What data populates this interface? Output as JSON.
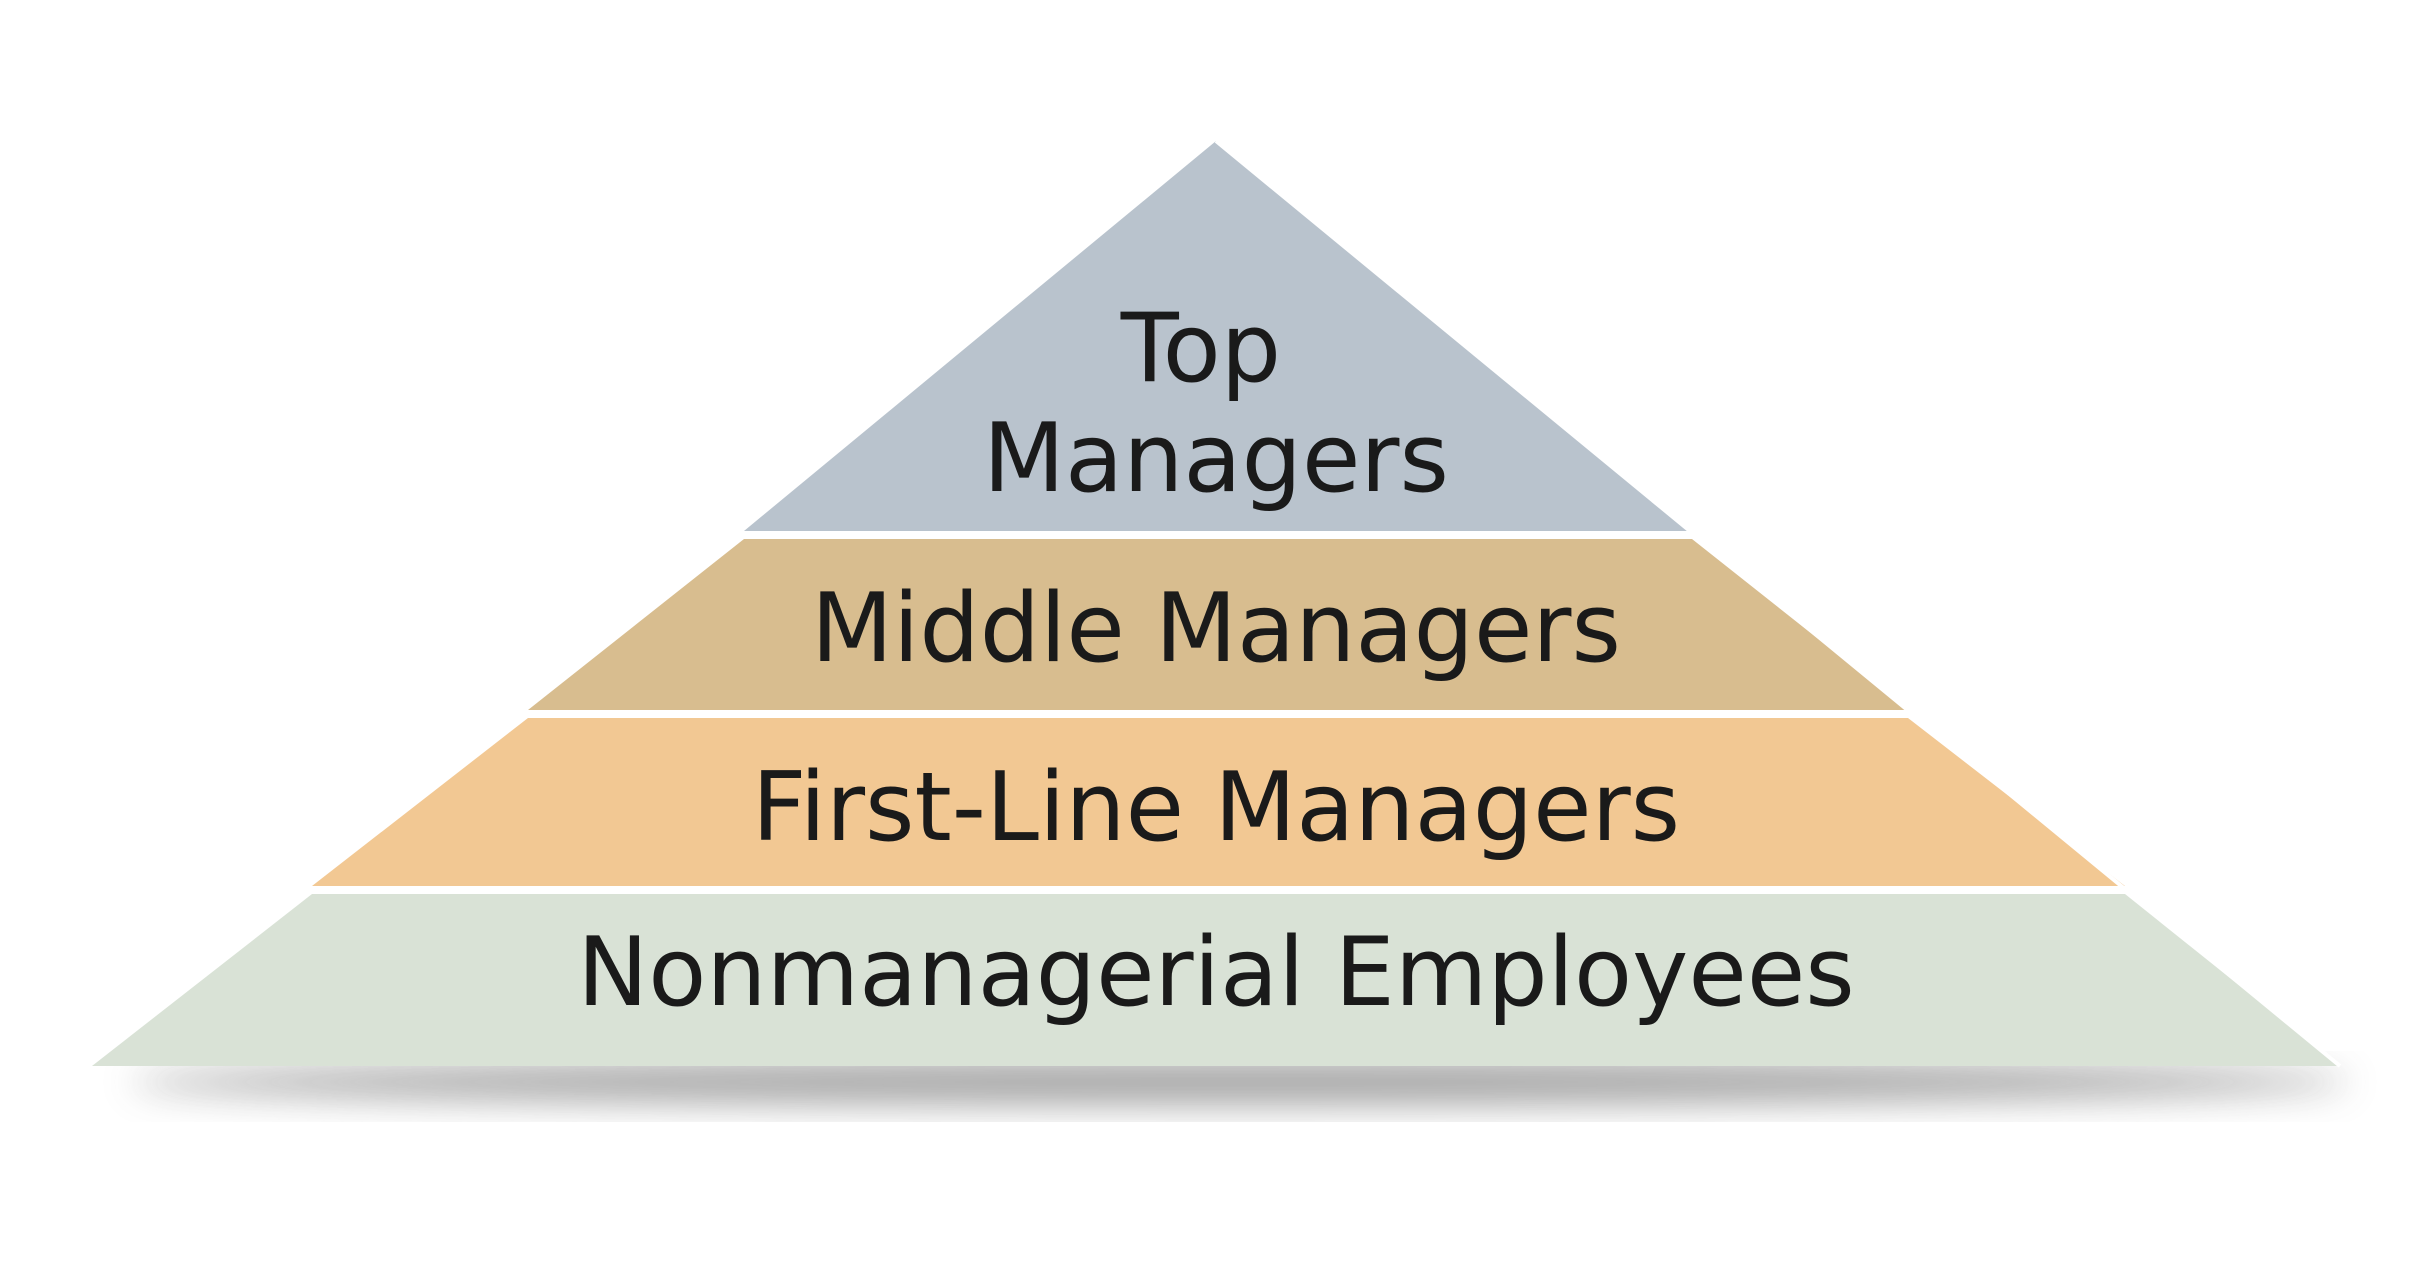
{
  "diagram": {
    "type": "pyramid",
    "tiers": [
      {
        "lines": [
          "Top",
          "Managers"
        ],
        "color": "#b9c3cd"
      },
      {
        "lines": [
          "Middle Managers"
        ],
        "color": "#d8bd8f"
      },
      {
        "lines": [
          "First-Line Managers"
        ],
        "color": "#f2c893"
      },
      {
        "lines": [
          "Nonmanagerial Employees"
        ],
        "color": "#d9e2d6"
      }
    ],
    "separator_color": "#ffffff",
    "shadow_color": "#555555",
    "text_color": "#1a1a1a"
  }
}
